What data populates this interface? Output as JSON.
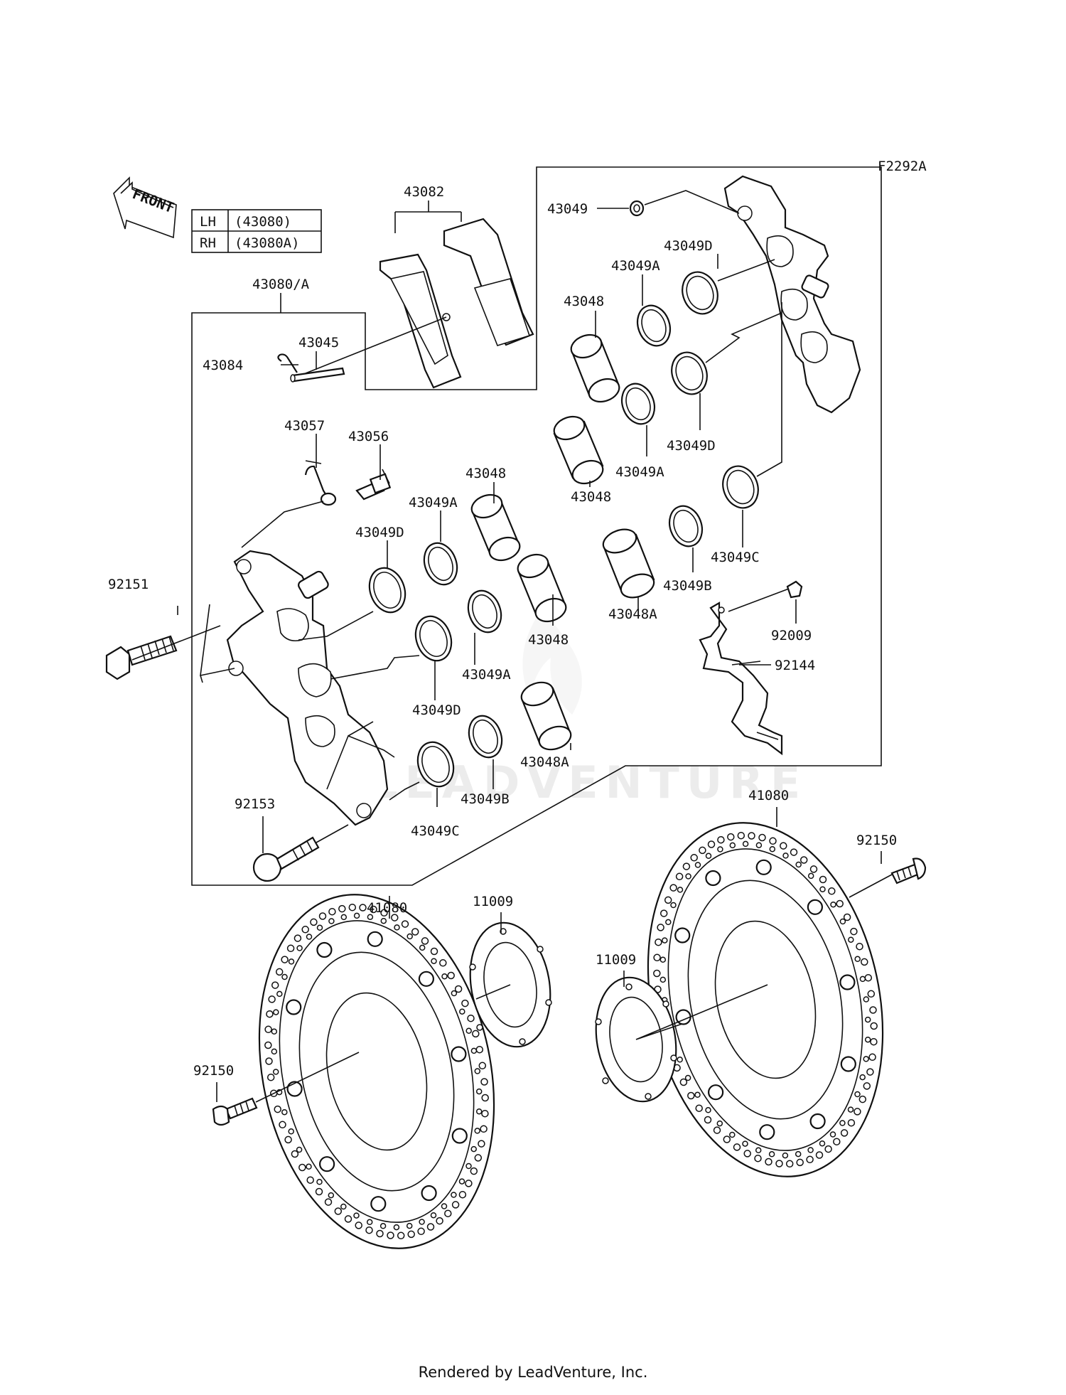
{
  "figure_code": "F2292A",
  "front_label": "FRONT",
  "side_table": [
    {
      "side": "LH",
      "part": "(43080)"
    },
    {
      "side": "RH",
      "part": "(43080A)"
    }
  ],
  "watermark": "LEADVENTURE",
  "footer": "Rendered by LeadVenture, Inc.",
  "callouts": {
    "c43082": "43082",
    "c43080a": "43080/A",
    "c43049_top": "43049",
    "c43049d_1": "43049D",
    "c43049a_1": "43049A",
    "c43048_1": "43048",
    "c43045": "43045",
    "c43084": "43084",
    "c43049d_2": "43049D",
    "c43049a_2": "43049A",
    "c43048_2": "43048",
    "c43057": "43057",
    "c43056": "43056",
    "c43048_3": "43048",
    "c43049a_3": "43049A",
    "c43049d_3": "43049D",
    "c43049c_1": "43049C",
    "c92151": "92151",
    "c43049b_1": "43049B",
    "c43048a_1": "43048A",
    "c92009": "92009",
    "c43048_4": "43048",
    "c43049a_4": "43049A",
    "c92144": "92144",
    "c43049d_4": "43049D",
    "c43048a_2": "43048A",
    "c92153": "92153",
    "c43049b_2": "43049B",
    "c43049c_2": "43049C",
    "c41080_r": "41080",
    "c92150_r": "92150",
    "c41080_l": "41080",
    "c11009_l": "11009",
    "c11009_r": "11009",
    "c92150_l": "92150"
  }
}
